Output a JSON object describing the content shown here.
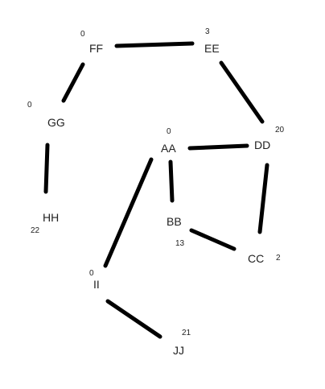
{
  "diagram": {
    "nodes": [
      {
        "id": "FF",
        "label": "FF",
        "value": "0"
      },
      {
        "id": "EE",
        "label": "EE",
        "value": "3"
      },
      {
        "id": "GG",
        "label": "GG",
        "value": "0"
      },
      {
        "id": "AA",
        "label": "AA",
        "value": "0"
      },
      {
        "id": "DD",
        "label": "DD",
        "value": "20"
      },
      {
        "id": "HH",
        "label": "HH",
        "value": "22"
      },
      {
        "id": "BB",
        "label": "BB",
        "value": "13"
      },
      {
        "id": "CC",
        "label": "CC",
        "value": "2"
      },
      {
        "id": "II",
        "label": "II",
        "value": "0"
      },
      {
        "id": "JJ",
        "label": "JJ",
        "value": "21"
      }
    ],
    "edges": [
      {
        "from": "FF",
        "to": "EE"
      },
      {
        "from": "EE",
        "to": "DD"
      },
      {
        "from": "FF",
        "to": "GG"
      },
      {
        "from": "GG",
        "to": "HH"
      },
      {
        "from": "AA",
        "to": "DD"
      },
      {
        "from": "AA",
        "to": "BB"
      },
      {
        "from": "AA",
        "to": "II"
      },
      {
        "from": "DD",
        "to": "CC"
      },
      {
        "from": "BB",
        "to": "CC"
      },
      {
        "from": "II",
        "to": "JJ"
      }
    ],
    "colors": {
      "edge": "#000000",
      "text": "#222222",
      "background": "#ffffff"
    }
  }
}
